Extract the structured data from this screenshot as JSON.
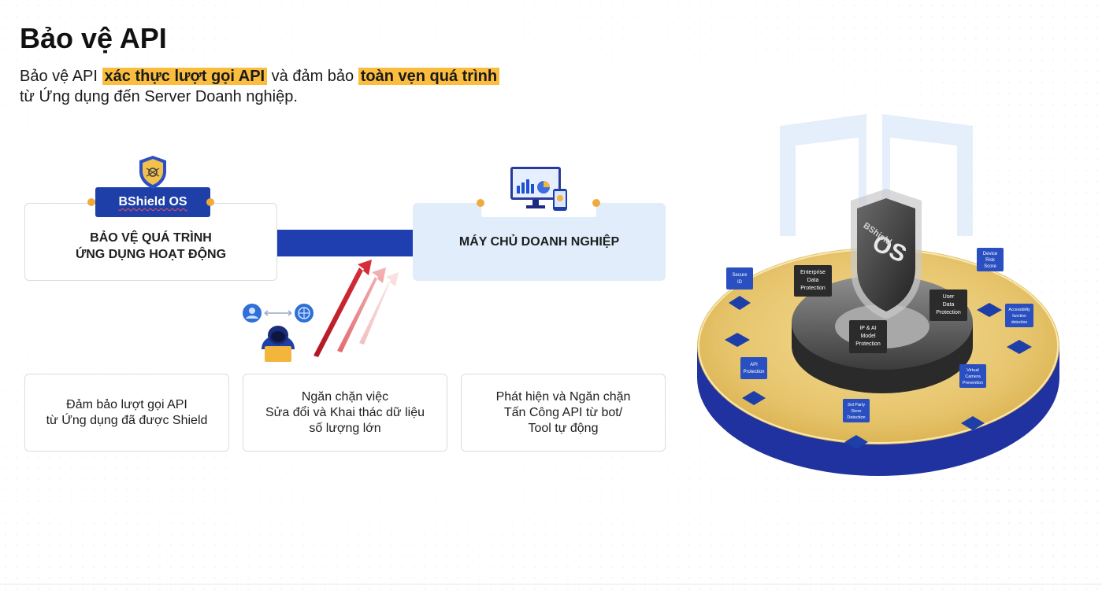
{
  "header": {
    "title": "Bảo vệ API",
    "subtitle_pre": "Bảo vệ API ",
    "subtitle_hl1": "xác thực lượt gọi API",
    "subtitle_mid": " và đảm bảo ",
    "subtitle_hl2": "toàn vẹn quá trình",
    "subtitle_post": "từ Ứng dụng đến Server Doanh nghiệp."
  },
  "flow": {
    "badge_label": "BShield OS",
    "process_box_line1": "BẢO VỆ QUÁ TRÌNH",
    "process_box_line2": "ỨNG DỤNG HOẠT ĐỘNG",
    "server_box_label": "MÁY CHỦ DOANH NGHIỆP"
  },
  "features": [
    {
      "line1": "Đảm bảo lượt gọi API",
      "line2": "từ Ứng dụng đã được Shield",
      "line3": ""
    },
    {
      "line1": "Ngăn chặn việc",
      "line2": "Sửa đổi và Khai thác dữ liệu",
      "line3": "số lượng lớn"
    },
    {
      "line1": "Phát hiện và Ngăn chặn",
      "line2": "Tấn Công API từ bot/",
      "line3": "Tool tự động"
    }
  ],
  "platform": {
    "shield_label_top": "BShield",
    "shield_label_bottom": "OS",
    "modules": [
      {
        "line1": "Secure",
        "line2": "ID",
        "line3": ""
      },
      {
        "line1": "Enterprise",
        "line2": "Data",
        "line3": "Protection"
      },
      {
        "line1": "Device",
        "line2": "Risk",
        "line3": "Score"
      },
      {
        "line1": "User",
        "line2": "Data",
        "line3": "Protection"
      },
      {
        "line1": "Accessibility",
        "line2": "function",
        "line3": "detection"
      },
      {
        "line1": "IP & AI",
        "line2": "Model",
        "line3": "Protection"
      },
      {
        "line1": "API",
        "line2": "Protection",
        "line3": ""
      },
      {
        "line1": "Virtual",
        "line2": "Camera",
        "line3": "Prevention"
      },
      {
        "line1": "3rd Party",
        "line2": "Store",
        "line3": "Detection"
      }
    ]
  },
  "colors": {
    "brand_blue": "#1e3fa8",
    "highlight": "#fbbd3e",
    "server_bg": "#e1edfb",
    "platform_gold": "#e9c772",
    "platform_blue": "#2034a8"
  }
}
